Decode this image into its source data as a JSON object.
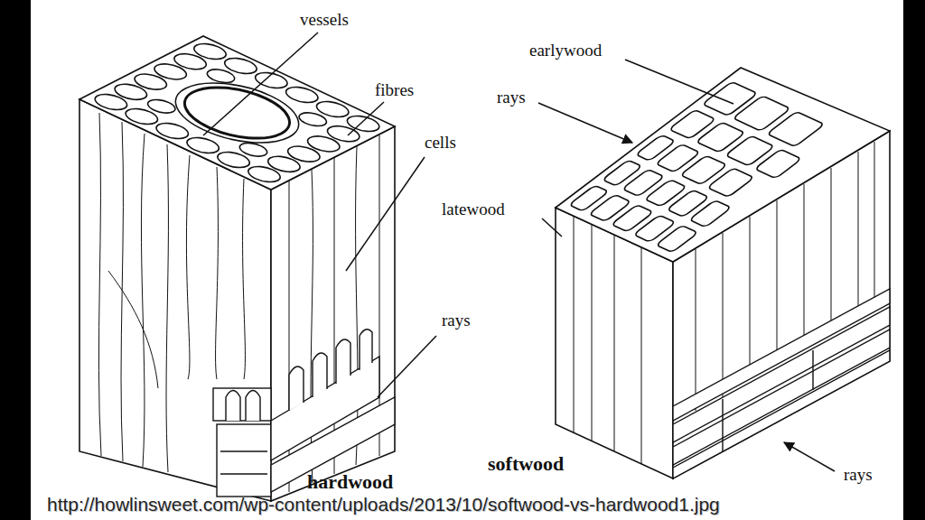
{
  "diagram": {
    "labels": [
      "vessels",
      "fibres",
      "cells",
      "rays",
      "hardwood",
      "earlywood",
      "rays",
      "latewood",
      "softwood",
      "rays",
      "http://howlinsweet.com/wp-content/uploads/2013/10/softwood-vs-hardwood1.jpg"
    ]
  }
}
